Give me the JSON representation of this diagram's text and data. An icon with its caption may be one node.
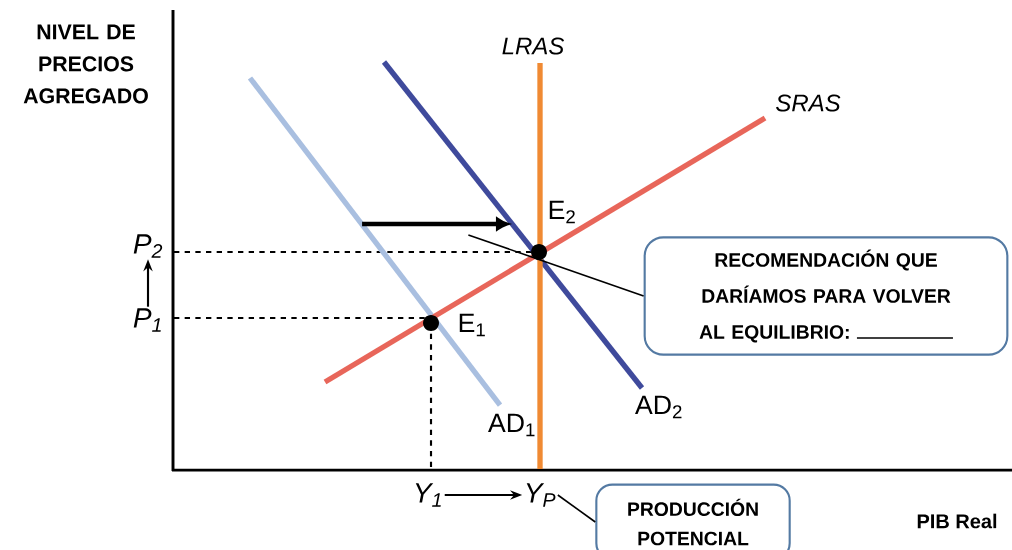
{
  "diagram": {
    "nodes": [
      {
        "text": [],
        "shape": "arrow"
      },
      {
        "text": [
          "P$_{2}$"
        ]
      },
      {
        "text": [
          "P$_{1}$"
        ]
      },
      {
        "text": [
          "RECOMENDACIÓN QUE DARÍAMOS PARA VOLVER AL EQUILIBRIO:"
        ]
      },
      {
        "text": [
          "Y$_{1}$"
        ]
      },
      {
        "text": [
          "Y$_{P}$"
        ]
      },
      {
        "text": [
          "PRODUCCIÓN POTENCIAL"
        ]
      }
    ],
    "edges": [
      {
        "from": 3,
        "to": 0,
        "arrow": "none"
      },
      {
        "from": 2,
        "to": 1,
        "arrow": "to"
      },
      {
        "from": 4,
        "to": 5,
        "arrow": "to"
      },
      {
        "from": 6,
        "to": 5,
        "arrow": "none"
      }
    ],
    "labels": [
      "NIVEL DE PRECIOS AGREGADO",
      "LRAS",
      "SRAS",
      "E$_{2}$",
      "E$_{1}$",
      "AD$_{1}$",
      "AD$_{2}$",
      "PIB Real"
    ]
  }
}
